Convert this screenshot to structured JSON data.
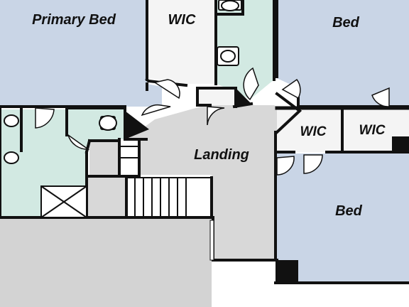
{
  "colors": {
    "bedroom": "#c9d5e6",
    "bath": "#d2e9e2",
    "closet": "#f4f4f4",
    "landing": "#d8d8d8",
    "garage": "#d3d3d3",
    "wall": "#111111",
    "door": "#ffffff"
  },
  "rooms": {
    "primary_bed": "Primary Bed",
    "wic_primary": "WIC",
    "bed_top_right": "Bed",
    "landing": "Landing",
    "wic_left": "WIC",
    "wic_right": "WIC",
    "bed_bottom_right": "Bed"
  }
}
